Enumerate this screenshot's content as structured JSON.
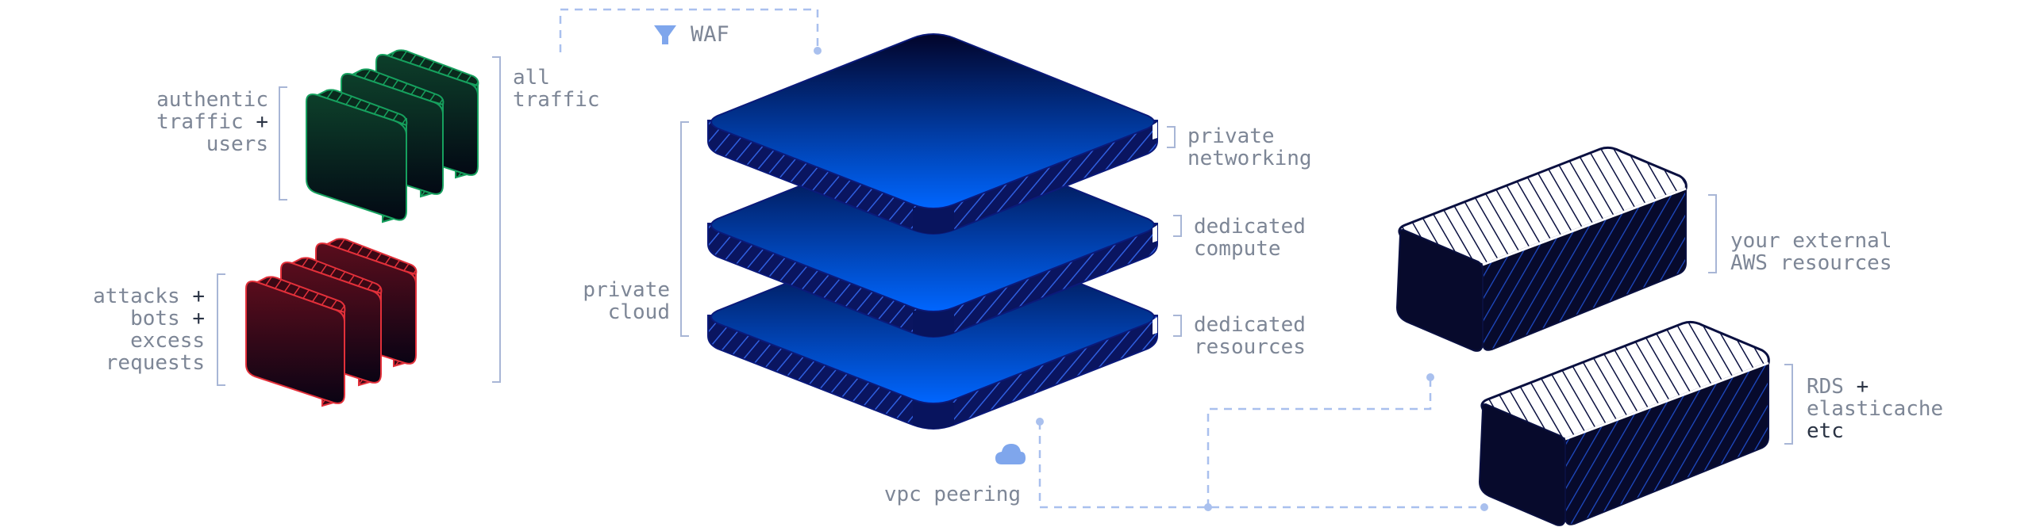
{
  "colors": {
    "bracket": "#a8b6d6",
    "dashed": "#a9c0ee",
    "label": "#7d8696",
    "label_dark": "#2b3445",
    "green_face": "#0c3a28",
    "green_edge": "#16a05e",
    "red_face": "#4a0b18",
    "red_edge": "#e2303a",
    "blue_top": "#0060ff",
    "blue_deep": "#020a3a",
    "box_face": "#070a2c",
    "box_stripe": "#1f4cc8"
  },
  "labels": {
    "waf": "WAF",
    "all_traffic": [
      "all",
      "traffic"
    ],
    "authentic": [
      {
        "text": "authentic",
        "suffix": ""
      },
      {
        "text": "traffic",
        "suffix": " +"
      },
      {
        "text": "users",
        "suffix": ""
      }
    ],
    "attacks": [
      {
        "text": "attacks",
        "suffix": " +"
      },
      {
        "text": "bots",
        "suffix": " +"
      },
      {
        "text": "excess",
        "suffix": ""
      },
      {
        "text": "requests",
        "suffix": ""
      }
    ],
    "private_cloud": [
      "private",
      "cloud"
    ],
    "private_networking": [
      "private",
      "networking"
    ],
    "dedicated_compute": [
      "dedicated",
      "compute"
    ],
    "dedicated_resources": [
      "dedicated",
      "resources"
    ],
    "external_aws": [
      "your external",
      "AWS resources"
    ],
    "rds": {
      "line1": "RDS",
      "line1_suffix": " +",
      "line2": "elasticache",
      "line3": "etc"
    },
    "vpc_peering": "vpc peering"
  },
  "icons": {
    "waf": "funnel-icon",
    "vpc": "cloud-icon"
  }
}
